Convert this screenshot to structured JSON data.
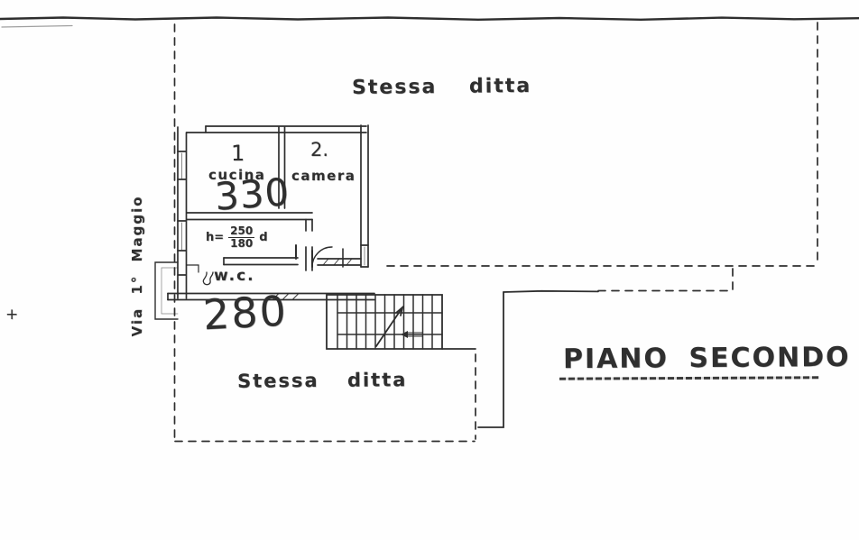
{
  "plan": {
    "title": "PIANO SECONDO",
    "street": "Via 1° Maggio",
    "neighbor_top": "Stessa ditta",
    "neighbor_bottom": "Stessa ditta",
    "rooms": {
      "cucina": {
        "number": "1",
        "label": "cucina",
        "area": "330"
      },
      "camera": {
        "number": "2.",
        "label": "camera"
      },
      "wc": {
        "label": "w.c.",
        "area": "280"
      },
      "corridor": {
        "height_label": "h=",
        "height_num": "250",
        "height_den": "180",
        "note": "d"
      }
    },
    "marks": {
      "plus": "+"
    }
  },
  "colors": {
    "ink": "#2f2f2f",
    "paper": "#fefefe"
  }
}
